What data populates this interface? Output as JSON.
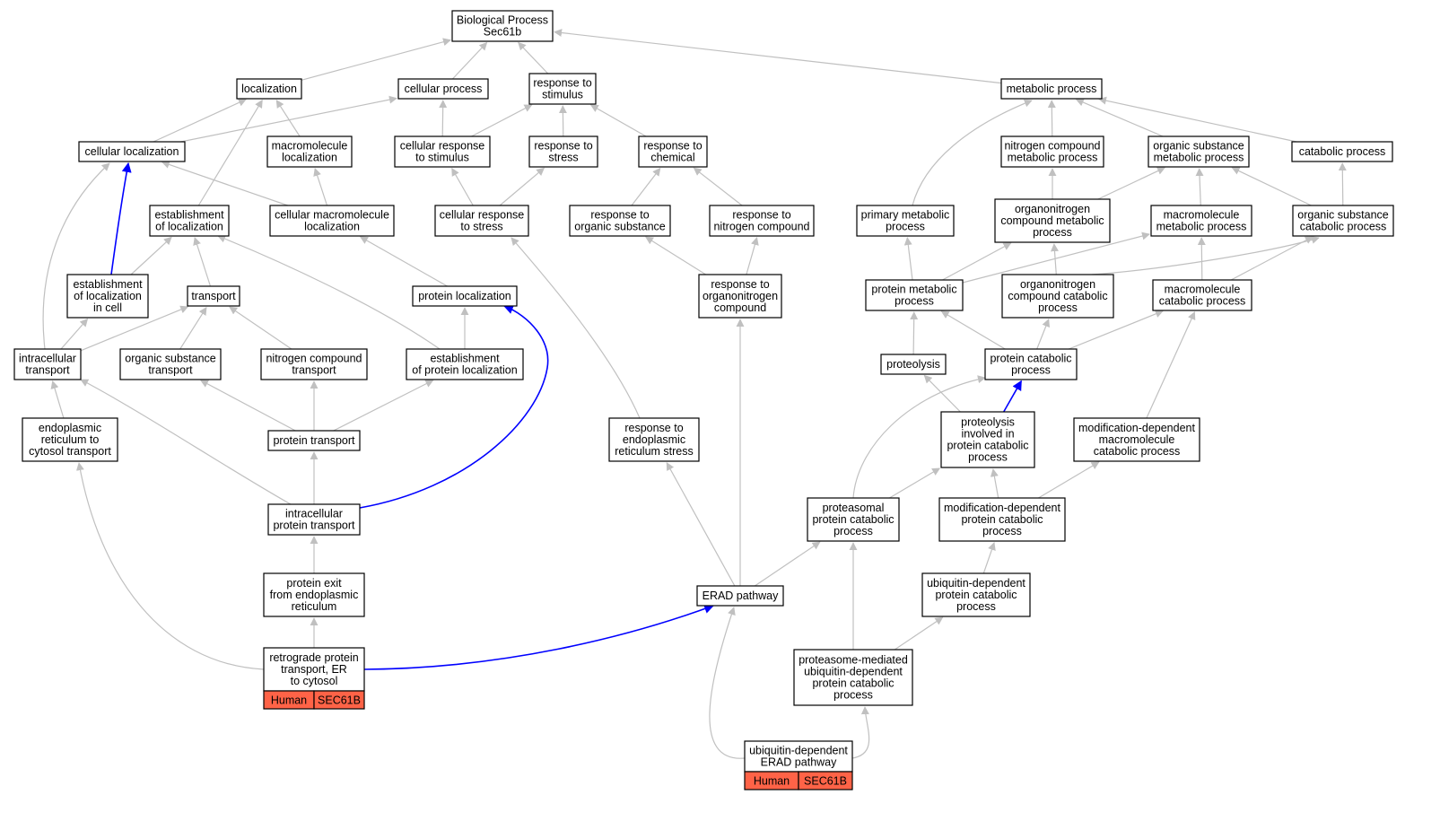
{
  "title": [
    "Biological Process",
    "Sec61b"
  ],
  "colors": {
    "edge": "#c0c0c0",
    "highlight_edge": "#0000ff",
    "node_border": "#000000",
    "node_fill": "#ffffff",
    "annotation_fill": "#ff6347"
  },
  "nodes": [
    {
      "id": "root",
      "lines": [
        "Biological Process",
        "Sec61b"
      ]
    },
    {
      "id": "localization",
      "lines": [
        "localization"
      ]
    },
    {
      "id": "cellular_process",
      "lines": [
        "cellular process"
      ]
    },
    {
      "id": "response_to_stimulus",
      "lines": [
        "response to",
        "stimulus"
      ]
    },
    {
      "id": "metabolic_process",
      "lines": [
        "metabolic process"
      ]
    },
    {
      "id": "cellular_localization",
      "lines": [
        "cellular localization"
      ]
    },
    {
      "id": "macromolecule_localization",
      "lines": [
        "macromolecule",
        "localization"
      ]
    },
    {
      "id": "cellular_response_to_stimulus",
      "lines": [
        "cellular response",
        "to stimulus"
      ]
    },
    {
      "id": "response_to_stress",
      "lines": [
        "response to",
        "stress"
      ]
    },
    {
      "id": "response_to_chemical",
      "lines": [
        "response to",
        "chemical"
      ]
    },
    {
      "id": "nitrogen_compound_metabolic",
      "lines": [
        "nitrogen compound",
        "metabolic process"
      ]
    },
    {
      "id": "organic_substance_metabolic",
      "lines": [
        "organic substance",
        "metabolic process"
      ]
    },
    {
      "id": "catabolic_process",
      "lines": [
        "catabolic process"
      ]
    },
    {
      "id": "establishment_of_localization",
      "lines": [
        "establishment",
        "of localization"
      ]
    },
    {
      "id": "cellular_macromolecule_localization",
      "lines": [
        "cellular macromolecule",
        "localization"
      ]
    },
    {
      "id": "cellular_response_to_stress",
      "lines": [
        "cellular response",
        "to stress"
      ]
    },
    {
      "id": "response_to_organic_substance",
      "lines": [
        "response to",
        "organic substance"
      ]
    },
    {
      "id": "response_to_nitrogen_compound",
      "lines": [
        "response to",
        "nitrogen compound"
      ]
    },
    {
      "id": "primary_metabolic",
      "lines": [
        "primary metabolic",
        "process"
      ]
    },
    {
      "id": "organonitrogen_metabolic",
      "lines": [
        "organonitrogen",
        "compound metabolic",
        "process"
      ]
    },
    {
      "id": "macromolecule_metabolic",
      "lines": [
        "macromolecule",
        "metabolic process"
      ]
    },
    {
      "id": "organic_substance_catabolic",
      "lines": [
        "organic substance",
        "catabolic process"
      ]
    },
    {
      "id": "establishment_of_localization_in_cell",
      "lines": [
        "establishment",
        "of localization",
        "in cell"
      ]
    },
    {
      "id": "transport",
      "lines": [
        "transport"
      ]
    },
    {
      "id": "protein_localization",
      "lines": [
        "protein localization"
      ]
    },
    {
      "id": "response_to_organonitrogen",
      "lines": [
        "response to",
        "organonitrogen",
        "compound"
      ]
    },
    {
      "id": "protein_metabolic",
      "lines": [
        "protein metabolic",
        "process"
      ]
    },
    {
      "id": "organonitrogen_catabolic",
      "lines": [
        "organonitrogen",
        "compound catabolic",
        "process"
      ]
    },
    {
      "id": "macromolecule_catabolic",
      "lines": [
        "macromolecule",
        "catabolic process"
      ]
    },
    {
      "id": "intracellular_transport",
      "lines": [
        "intracellular",
        "transport"
      ]
    },
    {
      "id": "organic_substance_transport",
      "lines": [
        "organic substance",
        "transport"
      ]
    },
    {
      "id": "nitrogen_compound_transport",
      "lines": [
        "nitrogen compound",
        "transport"
      ]
    },
    {
      "id": "establishment_of_protein_localization",
      "lines": [
        "establishment",
        "of protein localization"
      ]
    },
    {
      "id": "proteolysis",
      "lines": [
        "proteolysis"
      ]
    },
    {
      "id": "protein_catabolic",
      "lines": [
        "protein catabolic",
        "process"
      ]
    },
    {
      "id": "er_to_cytosol_transport",
      "lines": [
        "endoplasmic",
        "reticulum to",
        "cytosol transport"
      ]
    },
    {
      "id": "protein_transport",
      "lines": [
        "protein transport"
      ]
    },
    {
      "id": "response_to_er_stress",
      "lines": [
        "response to",
        "endoplasmic",
        "reticulum stress"
      ]
    },
    {
      "id": "proteolysis_in_catabolic",
      "lines": [
        "proteolysis",
        "involved in",
        "protein catabolic",
        "process"
      ]
    },
    {
      "id": "modification_dependent_macromolecule_catabolic",
      "lines": [
        "modification-dependent",
        "macromolecule",
        "catabolic process"
      ]
    },
    {
      "id": "intracellular_protein_transport",
      "lines": [
        "intracellular",
        "protein transport"
      ]
    },
    {
      "id": "proteasomal_protein_catabolic",
      "lines": [
        "proteasomal",
        "protein catabolic",
        "process"
      ]
    },
    {
      "id": "modification_dependent_protein_catabolic",
      "lines": [
        "modification-dependent",
        "protein catabolic",
        "process"
      ]
    },
    {
      "id": "protein_exit_from_er",
      "lines": [
        "protein exit",
        "from endoplasmic",
        "reticulum"
      ]
    },
    {
      "id": "erad_pathway",
      "lines": [
        "ERAD pathway"
      ]
    },
    {
      "id": "ubiquitin_dependent_protein_catabolic",
      "lines": [
        "ubiquitin-dependent",
        "protein catabolic",
        "process"
      ]
    },
    {
      "id": "retrograde_protein_transport",
      "lines": [
        "retrograde protein",
        "transport, ER",
        "to cytosol"
      ],
      "tags": [
        "Human",
        "SEC61B"
      ]
    },
    {
      "id": "proteasome_mediated_ubiquitin",
      "lines": [
        "proteasome-mediated",
        "ubiquitin-dependent",
        "protein catabolic",
        "process"
      ]
    },
    {
      "id": "ubiquitin_dependent_erad",
      "lines": [
        "ubiquitin-dependent",
        "ERAD pathway"
      ],
      "tags": [
        "Human",
        "SEC61B"
      ]
    }
  ],
  "edges": [
    {
      "from": "localization",
      "to": "root"
    },
    {
      "from": "cellular_process",
      "to": "root"
    },
    {
      "from": "response_to_stimulus",
      "to": "root"
    },
    {
      "from": "metabolic_process",
      "to": "root"
    },
    {
      "from": "cellular_localization",
      "to": "localization"
    },
    {
      "from": "cellular_localization",
      "to": "cellular_process"
    },
    {
      "from": "macromolecule_localization",
      "to": "localization"
    },
    {
      "from": "establishment_of_localization",
      "to": "localization"
    },
    {
      "from": "cellular_response_to_stimulus",
      "to": "cellular_process"
    },
    {
      "from": "cellular_response_to_stimulus",
      "to": "response_to_stimulus"
    },
    {
      "from": "response_to_stress",
      "to": "response_to_stimulus"
    },
    {
      "from": "response_to_chemical",
      "to": "response_to_stimulus"
    },
    {
      "from": "nitrogen_compound_metabolic",
      "to": "metabolic_process"
    },
    {
      "from": "organic_substance_metabolic",
      "to": "metabolic_process"
    },
    {
      "from": "catabolic_process",
      "to": "metabolic_process"
    },
    {
      "from": "primary_metabolic",
      "to": "metabolic_process"
    },
    {
      "from": "cellular_macromolecule_localization",
      "to": "cellular_localization"
    },
    {
      "from": "cellular_macromolecule_localization",
      "to": "macromolecule_localization"
    },
    {
      "from": "cellular_response_to_stress",
      "to": "cellular_response_to_stimulus"
    },
    {
      "from": "cellular_response_to_stress",
      "to": "response_to_stress"
    },
    {
      "from": "response_to_organic_substance",
      "to": "response_to_chemical"
    },
    {
      "from": "response_to_nitrogen_compound",
      "to": "response_to_chemical"
    },
    {
      "from": "organonitrogen_metabolic",
      "to": "nitrogen_compound_metabolic"
    },
    {
      "from": "organonitrogen_metabolic",
      "to": "organic_substance_metabolic"
    },
    {
      "from": "macromolecule_metabolic",
      "to": "organic_substance_metabolic"
    },
    {
      "from": "organic_substance_catabolic",
      "to": "organic_substance_metabolic"
    },
    {
      "from": "organic_substance_catabolic",
      "to": "catabolic_process"
    },
    {
      "from": "establishment_of_localization_in_cell",
      "to": "cellular_localization",
      "highlight": true
    },
    {
      "from": "establishment_of_localization_in_cell",
      "to": "establishment_of_localization"
    },
    {
      "from": "transport",
      "to": "establishment_of_localization"
    },
    {
      "from": "protein_localization",
      "to": "cellular_macromolecule_localization"
    },
    {
      "from": "response_to_organonitrogen",
      "to": "response_to_organic_substance"
    },
    {
      "from": "response_to_organonitrogen",
      "to": "response_to_nitrogen_compound"
    },
    {
      "from": "protein_metabolic",
      "to": "primary_metabolic"
    },
    {
      "from": "protein_metabolic",
      "to": "organonitrogen_metabolic"
    },
    {
      "from": "protein_metabolic",
      "to": "macromolecule_metabolic"
    },
    {
      "from": "organonitrogen_catabolic",
      "to": "organonitrogen_metabolic"
    },
    {
      "from": "organonitrogen_catabolic",
      "to": "organic_substance_catabolic"
    },
    {
      "from": "macromolecule_catabolic",
      "to": "macromolecule_metabolic"
    },
    {
      "from": "macromolecule_catabolic",
      "to": "organic_substance_catabolic"
    },
    {
      "from": "intracellular_transport",
      "to": "cellular_localization"
    },
    {
      "from": "intracellular_transport",
      "to": "establishment_of_localization_in_cell"
    },
    {
      "from": "intracellular_transport",
      "to": "transport"
    },
    {
      "from": "organic_substance_transport",
      "to": "transport"
    },
    {
      "from": "nitrogen_compound_transport",
      "to": "transport"
    },
    {
      "from": "establishment_of_protein_localization",
      "to": "establishment_of_localization"
    },
    {
      "from": "establishment_of_protein_localization",
      "to": "protein_localization"
    },
    {
      "from": "proteolysis",
      "to": "protein_metabolic"
    },
    {
      "from": "protein_catabolic",
      "to": "protein_metabolic"
    },
    {
      "from": "protein_catabolic",
      "to": "organonitrogen_catabolic"
    },
    {
      "from": "protein_catabolic",
      "to": "macromolecule_catabolic"
    },
    {
      "from": "er_to_cytosol_transport",
      "to": "intracellular_transport"
    },
    {
      "from": "protein_transport",
      "to": "organic_substance_transport"
    },
    {
      "from": "protein_transport",
      "to": "nitrogen_compound_transport"
    },
    {
      "from": "protein_transport",
      "to": "establishment_of_protein_localization"
    },
    {
      "from": "response_to_er_stress",
      "to": "cellular_response_to_stress"
    },
    {
      "from": "proteolysis_in_catabolic",
      "to": "proteolysis"
    },
    {
      "from": "proteolysis_in_catabolic",
      "to": "protein_catabolic",
      "highlight": true
    },
    {
      "from": "modification_dependent_macromolecule_catabolic",
      "to": "macromolecule_catabolic"
    },
    {
      "from": "intracellular_protein_transport",
      "to": "intracellular_transport"
    },
    {
      "from": "intracellular_protein_transport",
      "to": "protein_transport"
    },
    {
      "from": "intracellular_protein_transport",
      "to": "protein_localization",
      "highlight": true
    },
    {
      "from": "proteasomal_protein_catabolic",
      "to": "protein_catabolic"
    },
    {
      "from": "proteasomal_protein_catabolic",
      "to": "proteolysis_in_catabolic"
    },
    {
      "from": "modification_dependent_protein_catabolic",
      "to": "proteolysis_in_catabolic"
    },
    {
      "from": "modification_dependent_protein_catabolic",
      "to": "modification_dependent_macromolecule_catabolic"
    },
    {
      "from": "protein_exit_from_er",
      "to": "intracellular_protein_transport"
    },
    {
      "from": "erad_pathway",
      "to": "response_to_er_stress"
    },
    {
      "from": "erad_pathway",
      "to": "response_to_organonitrogen"
    },
    {
      "from": "erad_pathway",
      "to": "proteasomal_protein_catabolic"
    },
    {
      "from": "ubiquitin_dependent_protein_catabolic",
      "to": "modification_dependent_protein_catabolic"
    },
    {
      "from": "retrograde_protein_transport",
      "to": "er_to_cytosol_transport"
    },
    {
      "from": "retrograde_protein_transport",
      "to": "protein_exit_from_er"
    },
    {
      "from": "retrograde_protein_transport",
      "to": "erad_pathway",
      "highlight": true
    },
    {
      "from": "proteasome_mediated_ubiquitin",
      "to": "proteasomal_protein_catabolic"
    },
    {
      "from": "proteasome_mediated_ubiquitin",
      "to": "ubiquitin_dependent_protein_catabolic"
    },
    {
      "from": "ubiquitin_dependent_erad",
      "to": "erad_pathway"
    },
    {
      "from": "ubiquitin_dependent_erad",
      "to": "proteasome_mediated_ubiquitin"
    }
  ]
}
